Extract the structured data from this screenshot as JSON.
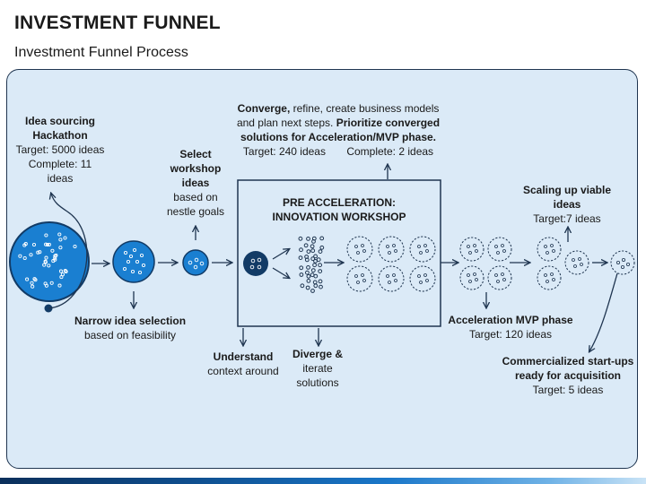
{
  "header": {
    "title": "INVESTMENT FUNNEL",
    "subtitle": "Investment Funnel Process"
  },
  "labels": {
    "idea_sourcing": {
      "title_1": "Idea sourcing",
      "title_2": "Hackathon",
      "target": "Target: 5000 ideas",
      "complete_1": "Complete:  11",
      "complete_2": "ideas"
    },
    "narrow": {
      "title": "Narrow idea selection",
      "sub": "based on feasibility"
    },
    "select": {
      "title_1": "Select",
      "title_2": "workshop",
      "title_3": "ideas",
      "sub_1": "based on",
      "sub_2": "nestle goals"
    },
    "converge": {
      "line1_bold": "Converge,",
      "line1_rest": " refine, create business  models",
      "line2_rest": "and plan next steps. ",
      "line2_bold": "Prioritize converged",
      "line3_bold": "solutions for Acceleration/MVP phase.",
      "target": "Target: 240 ideas",
      "complete": "Complete:  2 ideas"
    },
    "workshop": {
      "line1": "PRE ACCELERATION:",
      "line2": "INNOVATION  WORKSHOP"
    },
    "understand": {
      "title": "Understand",
      "sub": "context around"
    },
    "diverge": {
      "title_1": "Diverge &",
      "sub_1": "iterate",
      "sub_2": "solutions"
    },
    "acceleration": {
      "title": "Acceleration MVP phase",
      "target": "Target: 120 ideas"
    },
    "scaling": {
      "title_1": "Scaling up viable",
      "title_2": "ideas",
      "target": "Target:7 ideas"
    },
    "commercialized": {
      "title_1": "Commercialized start-ups",
      "title_2": "ready for acquisition",
      "target": "Target: 5 ideas"
    }
  },
  "colors": {
    "panel_bg": "#dbeaf7",
    "stroke": "#1f3550",
    "circle_main": "#1a7fd1",
    "circle_dark": "#123b66"
  }
}
